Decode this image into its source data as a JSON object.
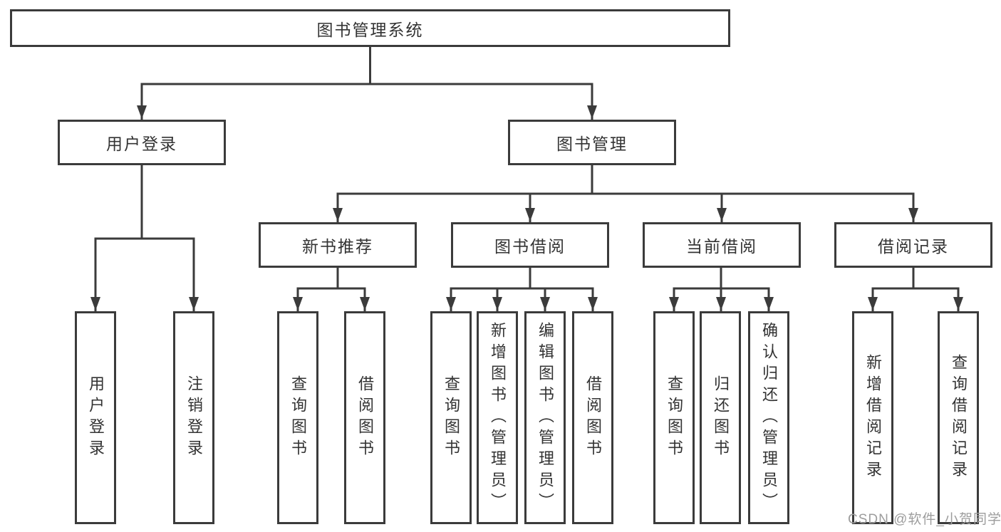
{
  "tree": {
    "root": {
      "label": "图书管理系统"
    },
    "branches": [
      {
        "label": "用户登录",
        "children": [
          {
            "label": "用户登录"
          },
          {
            "label": "注销登录"
          }
        ]
      },
      {
        "label": "图书管理",
        "children": [
          {
            "label": "新书推荐",
            "children": [
              {
                "label": "查询图书"
              },
              {
                "label": "借阅图书"
              }
            ]
          },
          {
            "label": "图书借阅",
            "children": [
              {
                "label": "查询图书"
              },
              {
                "label": "新增图书（管理员）"
              },
              {
                "label": "编辑图书（管理员）"
              },
              {
                "label": "借阅图书"
              }
            ]
          },
          {
            "label": "当前借阅",
            "children": [
              {
                "label": "查询图书"
              },
              {
                "label": "归还图书"
              },
              {
                "label": "确认归还（管理员）"
              }
            ]
          },
          {
            "label": "借阅记录",
            "children": [
              {
                "label": "新增借阅记录"
              },
              {
                "label": "查询借阅记录"
              }
            ]
          }
        ]
      }
    ]
  },
  "watermark": {
    "text": "CSDN @软件_小贺同学"
  },
  "colors": {
    "line": "#3b3b3b",
    "box_fill": "#ffffff",
    "text": "#333333",
    "watermark": "#9d9d9d"
  }
}
